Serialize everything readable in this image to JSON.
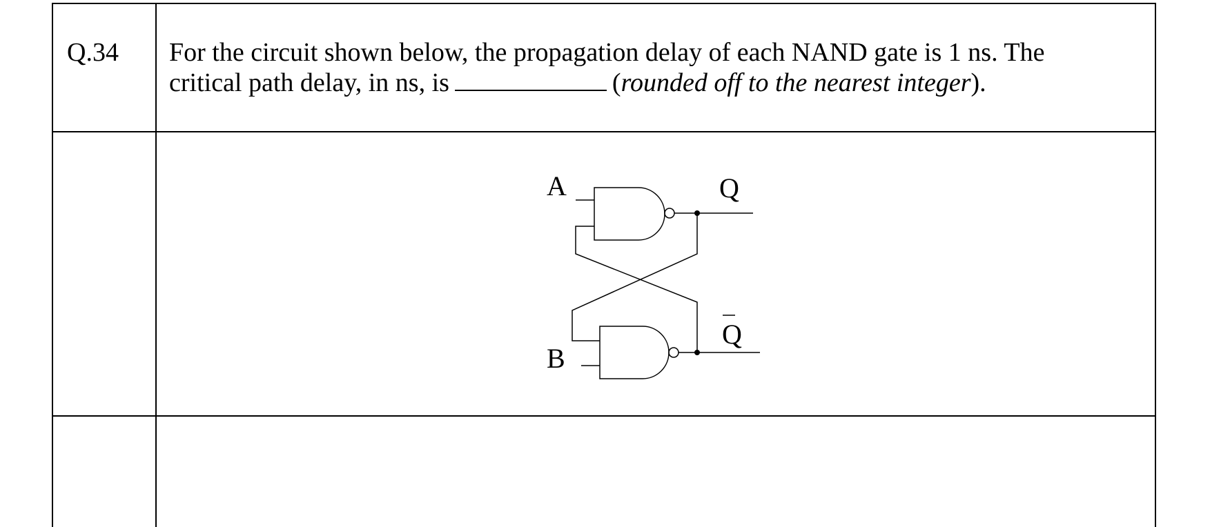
{
  "question": {
    "number": "Q.34",
    "line1": "For the circuit shown below, the propagation delay of each NAND gate is 1 ns. The",
    "line2_start": "critical path delay, in ns, is",
    "line2_italic_open": "(",
    "line2_italic": "rounded off to the nearest integer",
    "line2_end": ")."
  },
  "circuit": {
    "label_a": "A",
    "label_b": "B",
    "label_q": "Q",
    "label_qbar": "Q"
  }
}
